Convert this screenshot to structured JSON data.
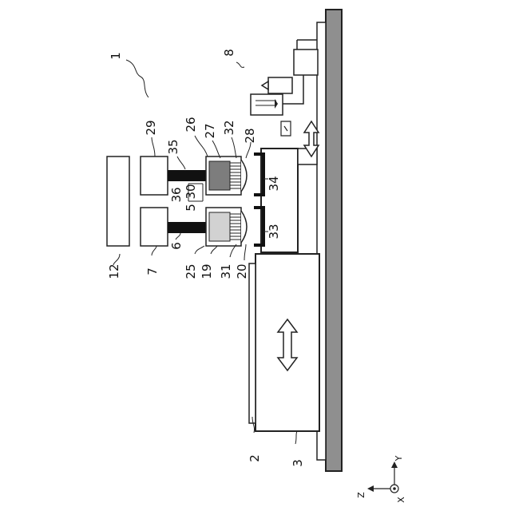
{
  "labels": {
    "device": "1",
    "stage_top": "2",
    "stage": "3",
    "imaging_unit": "8",
    "controller": "12",
    "driver_a": "7",
    "driver_b": "29",
    "shaft_a": "6",
    "shaft_b": "35",
    "head_a": "25",
    "head_b": "26",
    "body_a": "19",
    "body_b": "27",
    "nozzles_a": "31",
    "nozzles_b": "32",
    "lens_a": "20",
    "lens_b": "28",
    "cup_a": "33",
    "cup_b": "34",
    "gap_a": "5",
    "gap_b": "30",
    "bracket": "36"
  },
  "axes": {
    "y": "Y",
    "z": "Z",
    "x": "X"
  },
  "colors": {
    "base": "#8f8f8f",
    "body_light": "#d2d2d2",
    "body_dark": "#7d7d7d",
    "shaft": "#111111",
    "line": "#222222"
  }
}
